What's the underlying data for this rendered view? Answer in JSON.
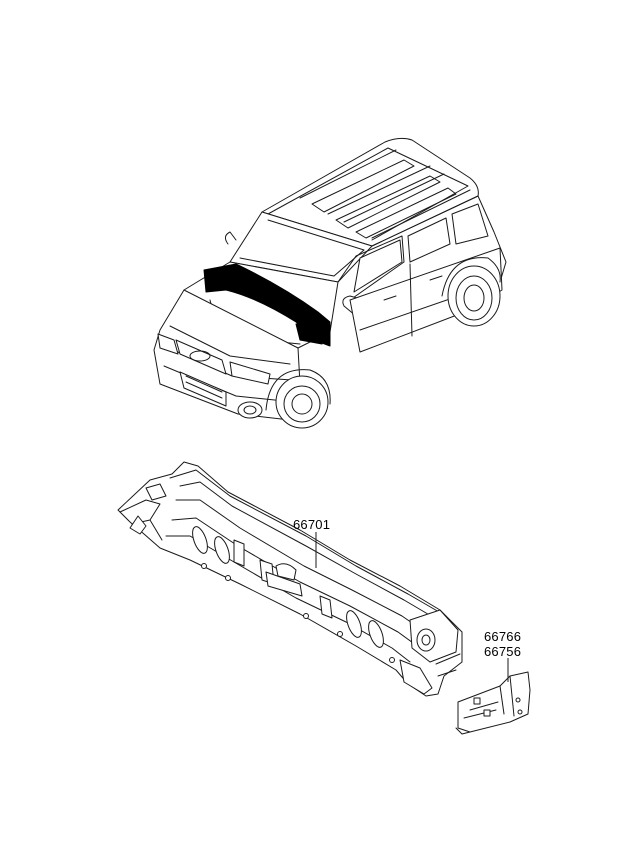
{
  "diagram": {
    "callouts": {
      "cowl_panel": "66701",
      "side_bracket_a": "66766",
      "side_bracket_b": "66756"
    },
    "colors": {
      "line": "#1a1a1a",
      "highlight": "#000000",
      "background": "#ffffff"
    }
  }
}
